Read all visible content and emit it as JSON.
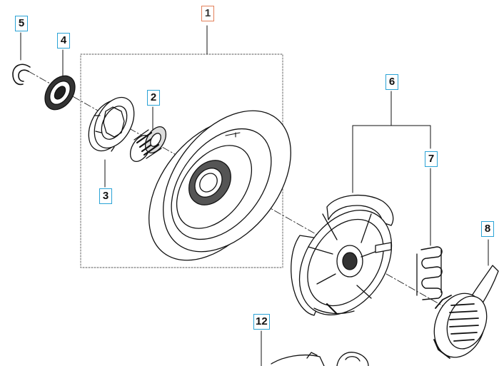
{
  "diagram": {
    "colors": {
      "callout_border": "#2aa3d6",
      "main_callout_border": "#e3805a",
      "line": "#111111"
    },
    "callouts": [
      {
        "id": "1",
        "label": "1"
      },
      {
        "id": "2",
        "label": "2"
      },
      {
        "id": "3",
        "label": "3"
      },
      {
        "id": "4",
        "label": "4"
      },
      {
        "id": "5",
        "label": "5"
      },
      {
        "id": "6",
        "label": "6"
      },
      {
        "id": "7",
        "label": "7"
      },
      {
        "id": "8",
        "label": "8"
      },
      {
        "id": "12",
        "label": "12"
      }
    ]
  }
}
